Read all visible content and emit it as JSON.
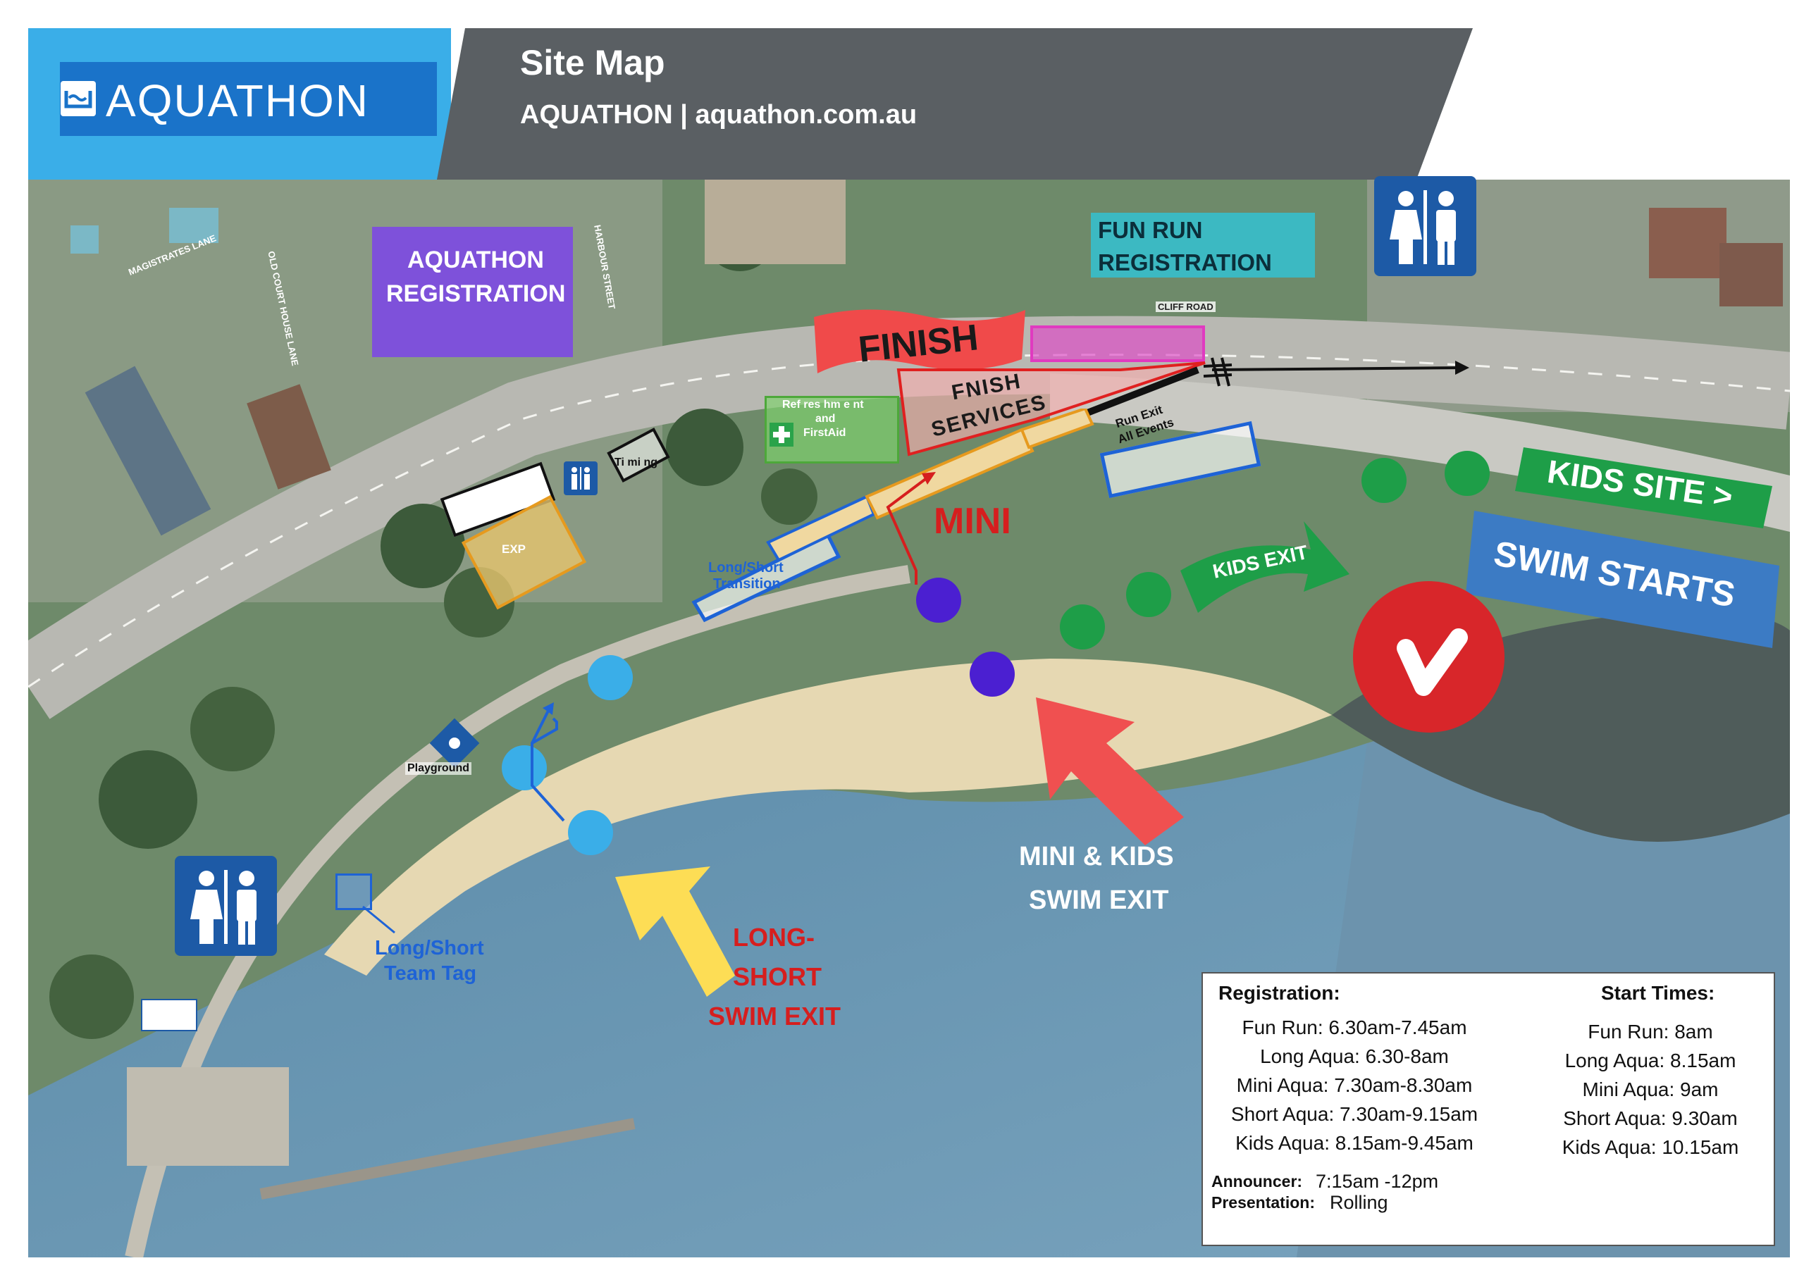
{
  "header": {
    "logo_text": "AQUATHON",
    "title": "Site Map",
    "subtitle": "AQUATHON | aquathon.com.au"
  },
  "streets": {
    "magistrates_lane": "MAGISTRATES LANE",
    "old_court_house_lane": "OLD COURT HOUSE LANE",
    "harbour_street": "HARBOUR STREET",
    "cliff_road": "CLIFF ROAD"
  },
  "labels": {
    "aquathon_registration_1": "AQUATHON",
    "aquathon_registration_2": "REGISTRATION",
    "fun_run_registration_1": "FUN RUN",
    "fun_run_registration_2": "REGISTRATION",
    "finish": "FINISH",
    "finish_services_1": "FNISH",
    "finish_services_2": "SERVICES",
    "refreshment_1": "Ref res hm e nt",
    "refreshment_2": "and",
    "refreshment_3": "FirstAid",
    "run_exit_1": "Run Exit",
    "run_exit_2": "All Events",
    "timing": "Ti mi ng",
    "expo": "EXP",
    "mini": "MINI",
    "long_short_transition_1": "Long/Short",
    "long_short_transition_2": "Transition",
    "kids_exit": "KIDS EXIT",
    "kids_site": "KIDS SITE >",
    "swim_starts": "SWIM STARTS",
    "playground": "Playground",
    "long_short_team_tag_1": "Long/Short",
    "long_short_team_tag_2": "Team Tag",
    "long_short_swim_exit_1": "LONG-",
    "long_short_swim_exit_2": "SHORT",
    "long_short_swim_exit_3": "SWIM EXIT",
    "mini_kids_swim_exit_1": "MINI & KIDS",
    "mini_kids_swim_exit_2": "SWIM EXIT"
  },
  "icons": [
    "aquathon-logo-icon",
    "toilets-icon",
    "first-aid-icon",
    "playground-icon",
    "swim-start-marker-icon",
    "arrow-icon"
  ],
  "colors": {
    "header_blue": "#3aaee8",
    "logo_blue": "#1a73c9",
    "header_grey": "#5a5f63",
    "registration_purple": "#7a3ff0",
    "fun_run_cyan": "#2fc4d8",
    "finish_red": "#f04a4a",
    "kids_green": "#1e9e48",
    "swim_blue": "#3c7bc4",
    "mini_purple": "#4b1fd1",
    "transition_blue": "#3aaee8",
    "swim_start_red": "#d8262a",
    "exit_yellow": "#fddd55"
  },
  "info_box": {
    "registration_title": "Registration:",
    "registration": [
      "Fun Run: 6.30am-7.45am",
      "Long Aqua: 6.30-8am",
      "Mini Aqua: 7.30am-8.30am",
      "Short Aqua: 7.30am-9.15am",
      "Kids Aqua: 8.15am-9.45am"
    ],
    "start_title": "Start Times:",
    "start_times": [
      "Fun Run: 8am",
      "Long Aqua: 8.15am",
      "Mini Aqua: 9am",
      "Short Aqua: 9.30am",
      "Kids Aqua: 10.15am"
    ],
    "announcer_label": "Announcer:",
    "announcer_value": "7:15am -12pm",
    "presentation_label": "Presentation:",
    "presentation_value": "Rolling"
  }
}
